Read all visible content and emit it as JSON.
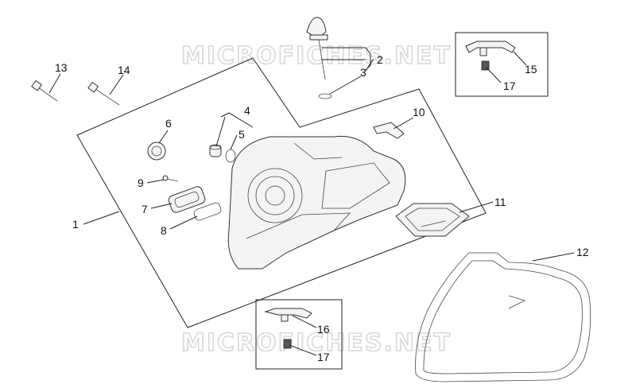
{
  "watermark": {
    "text": "MICROFICHES.NET"
  },
  "callouts": {
    "c1": "1",
    "c2": "2",
    "c3": "3",
    "c4": "4",
    "c5": "5",
    "c6": "6",
    "c7": "7",
    "c8": "8",
    "c9": "9",
    "c10": "10",
    "c11": "11",
    "c12": "12",
    "c13": "13",
    "c14": "14",
    "c15": "15",
    "c16": "16",
    "c17a": "17",
    "c17b": "17"
  }
}
